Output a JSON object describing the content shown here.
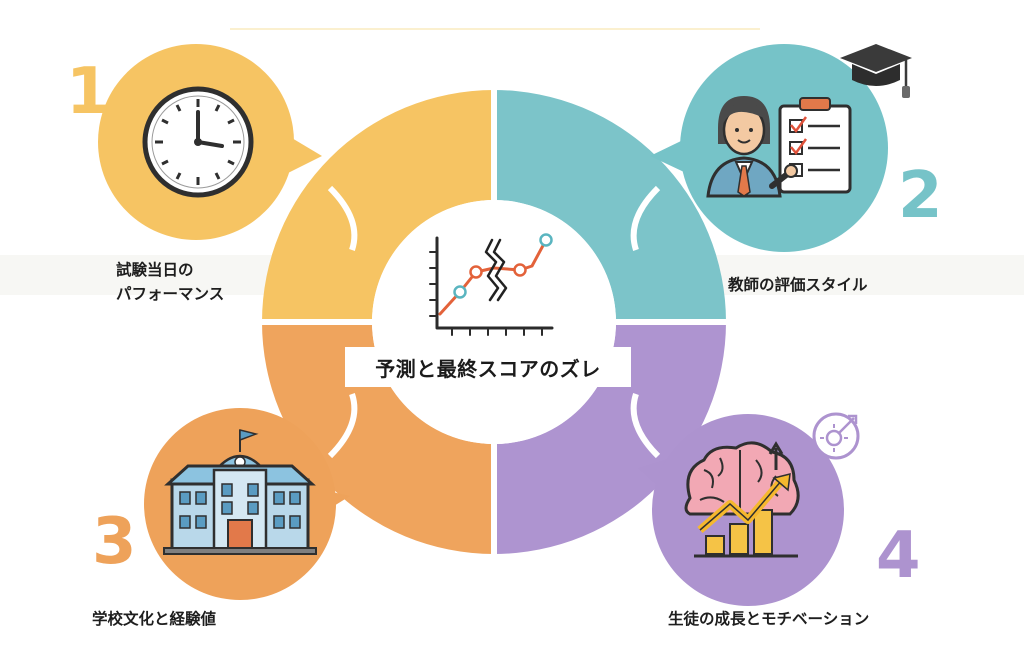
{
  "center": {
    "title": "予測と最終スコアのズレ"
  },
  "factors": [
    {
      "number": "1",
      "label_lines": [
        "試験当日の",
        "パフォーマンス"
      ],
      "color": "#f6c463",
      "icon": "clock-icon"
    },
    {
      "number": "2",
      "label_lines": [
        "教師の評価スタイル"
      ],
      "color": "#76c3c8",
      "icon": "teacher-icon"
    },
    {
      "number": "3",
      "label_lines": [
        "学校文化と経験値"
      ],
      "color": "#eea25a",
      "icon": "school-building-icon"
    },
    {
      "number": "4",
      "label_lines": [
        "生徒の成長とモチベーション"
      ],
      "color": "#ad93cf",
      "icon": "brain-growth-icon"
    }
  ],
  "colors": {
    "yellow": "#f6c463",
    "teal": "#76c3c8",
    "orange": "#eea25a",
    "purple": "#ad93cf"
  }
}
